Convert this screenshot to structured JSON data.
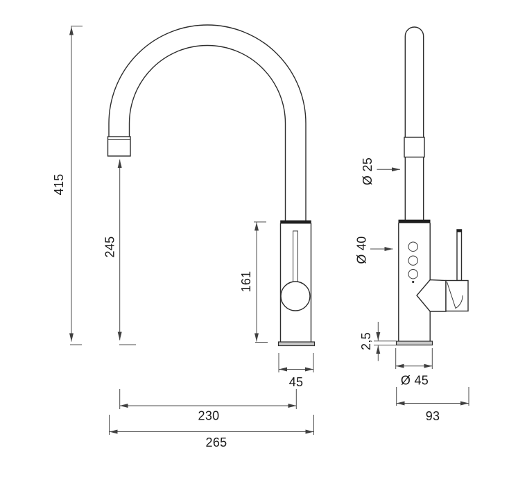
{
  "drawing": {
    "kind": "faucet two-view dimensioned technical drawing",
    "front_view": {
      "dims": {
        "overall_height": "415",
        "outlet_height": "245",
        "body_height": "161",
        "base_width": "45",
        "spout_reach": "230",
        "overall_reach": "265"
      }
    },
    "side_view": {
      "dims": {
        "spout_diameter": "Ø 25",
        "body_diameter": "Ø 40",
        "base_plate_thickness": "2,5",
        "base_diameter": "Ø 45",
        "overall_depth": "93"
      }
    },
    "colors": {
      "background": "#ffffff",
      "outline": "#2d2d2d",
      "dimension_lines": "#4d4d4d",
      "label_text": "#1a1a1a",
      "cap_fill": "#1f1f1f",
      "flange_fill": "#c7c7c7"
    }
  }
}
